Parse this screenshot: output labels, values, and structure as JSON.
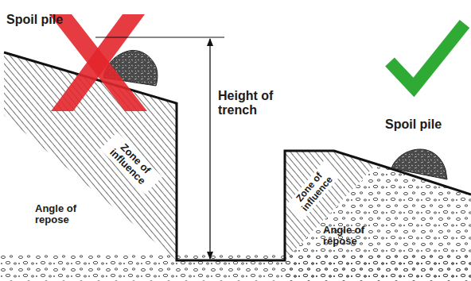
{
  "diagram": {
    "labels": [
      "Spoil pile",
      "Height of trench",
      "Zone of influence",
      "Angle of repose",
      "Zone of influence",
      "Angle of repose",
      "Spoil pile"
    ]
  }
}
